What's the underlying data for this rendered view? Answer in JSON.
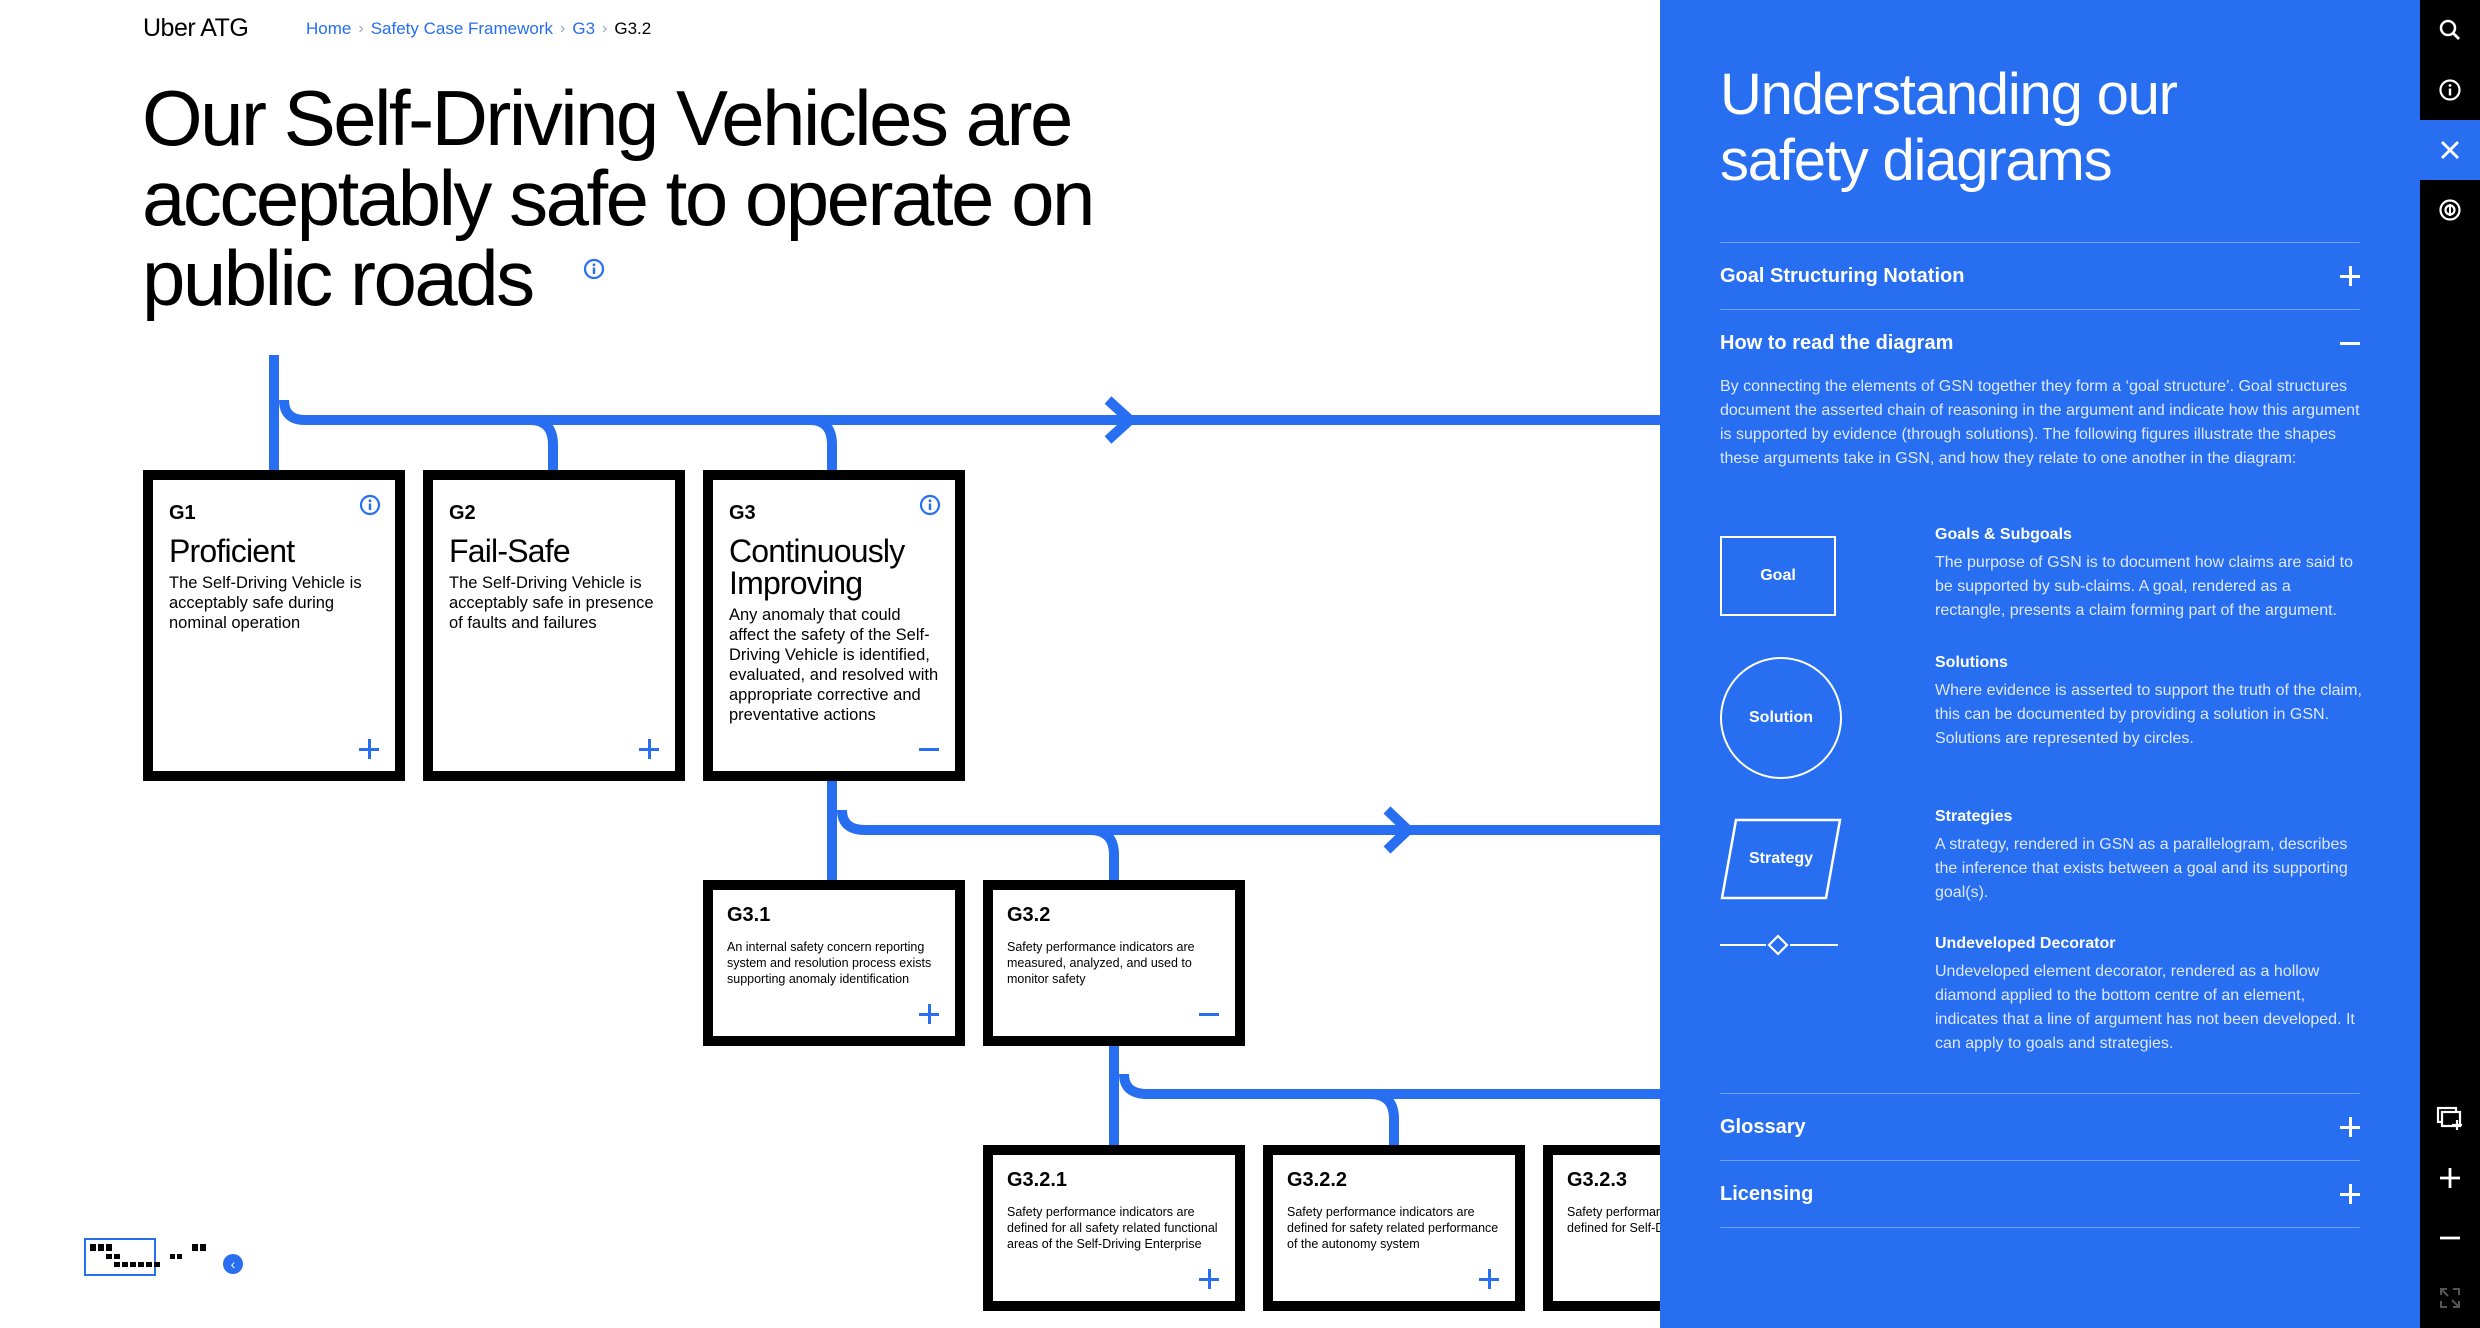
{
  "header": {
    "logo": "Uber ATG",
    "breadcrumb": [
      "Home",
      "Safety Case Framework",
      "G3",
      "G3.2"
    ],
    "title": "Our Self-Driving Vehicles are acceptably safe to operate on public roads"
  },
  "cards": {
    "g1": {
      "id": "G1",
      "name": "Proficient",
      "desc": "The Self-Driving Vehicle is acceptably safe during nominal operation"
    },
    "g2": {
      "id": "G2",
      "name": "Fail-Safe",
      "desc": "The Self-Driving Vehicle is acceptably safe in presence of faults and failures"
    },
    "g3": {
      "id": "G3",
      "name": "Continuously Improving",
      "desc": "Any anomaly that could affect the safety of the Self-Driving Vehicle is identified, evaluated, and resolved with appropriate corrective and preventative actions"
    },
    "g31": {
      "id": "G3.1",
      "desc": "An internal safety concern reporting system and resolution process exists supporting anomaly identification"
    },
    "g32": {
      "id": "G3.2",
      "desc": "Safety performance indicators are measured, analyzed, and used to monitor safety"
    },
    "g321": {
      "id": "G3.2.1",
      "desc": "Safety performance indicators are defined for all safety related functional areas of the Self-Driving Enterprise"
    },
    "g322": {
      "id": "G3.2.2",
      "desc": "Safety performance indicators are defined for safety related performance of the autonomy system"
    },
    "g323": {
      "id": "G3.2.3",
      "desc": "Safety performance indicators are defined for Self-Driving anomalies"
    }
  },
  "panel": {
    "title": "Understanding our safety diagrams",
    "sections": {
      "gsn": "Goal Structuring Notation",
      "how": "How to read the diagram",
      "glossary": "Glossary",
      "licensing": "Licensing"
    },
    "how_text": "By connecting the elements of GSN together they form a ‘goal structure’. Goal structures document the asserted chain of reasoning in the argument and indicate how this argument is supported by evidence (through solutions). The following figures illustrate the shapes these arguments take in GSN, and how they relate to one another in the diagram:",
    "legend": {
      "goal": {
        "shape_label": "Goal",
        "title": "Goals & Subgoals",
        "text": "The purpose of GSN is to document how claims are said to be supported by sub-claims. A goal, rendered as a rectangle, presents a claim forming part of the argument."
      },
      "solution": {
        "shape_label": "Solution",
        "title": "Solutions",
        "text": "Where evidence is asserted to support the truth of the claim, this can be documented by providing a solution in GSN. Solutions are represented by circles."
      },
      "strategy": {
        "shape_label": "Strategy",
        "title": "Strategies",
        "text": "A strategy, rendered in GSN as a parallelogram, describes the inference that exists between a goal and its supporting goal(s)."
      },
      "decorator": {
        "title": "Undeveloped Decorator",
        "text": "Undeveloped element decorator, rendered as a hollow diamond applied to the bottom centre of an element, indicates that a line of argument has not been developed. It can apply to goals and strategies."
      }
    }
  },
  "colors": {
    "accent": "#276ef1",
    "panel_bg": "#276ef1",
    "toolbar_bg": "#000000"
  },
  "icons": [
    "search-icon",
    "info-icon",
    "close-icon",
    "accessibility-icon",
    "add-window-icon",
    "zoom-in-icon",
    "zoom-out-icon",
    "fullscreen-icon"
  ]
}
